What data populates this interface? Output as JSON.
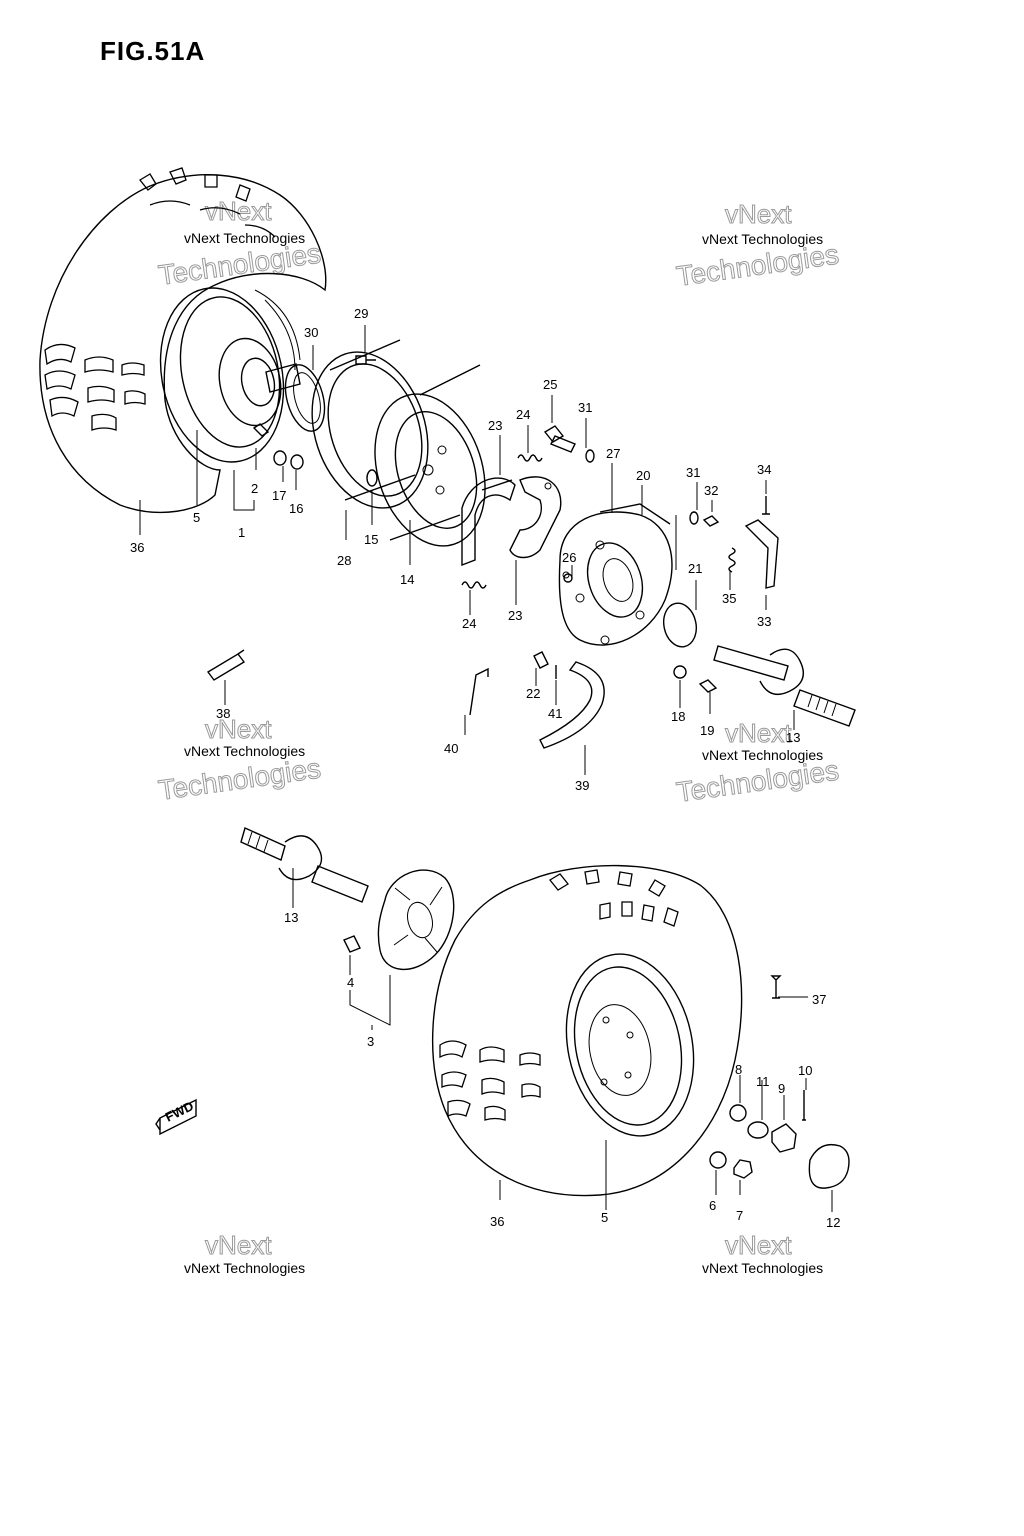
{
  "figure": {
    "title": "FIG.51A"
  },
  "watermark": {
    "small": "vNext Technologies",
    "large_top": "vNext",
    "large_bottom": "Technologies"
  },
  "parts": {
    "p1": "1",
    "p2": "2",
    "p3": "3",
    "p4": "4",
    "p5a": "5",
    "p5b": "5",
    "p6": "6",
    "p7": "7",
    "p8": "8",
    "p9": "9",
    "p10": "10",
    "p11": "11",
    "p12": "12",
    "p13a": "13",
    "p13b": "13",
    "p14": "14",
    "p15": "15",
    "p16": "16",
    "p17": "17",
    "p18": "18",
    "p19": "19",
    "p20": "20",
    "p21": "21",
    "p22": "22",
    "p23a": "23",
    "p23b": "23",
    "p24a": "24",
    "p24b": "24",
    "p25": "25",
    "p26": "26",
    "p27": "27",
    "p28": "28",
    "p29": "29",
    "p30": "30",
    "p31a": "31",
    "p31b": "31",
    "p32": "32",
    "p33": "33",
    "p34": "34",
    "p35": "35",
    "p36a": "36",
    "p36b": "36",
    "p37": "37",
    "p38": "38",
    "p39": "39",
    "p40": "40",
    "p41": "41"
  },
  "fwd_badge": "FWD"
}
